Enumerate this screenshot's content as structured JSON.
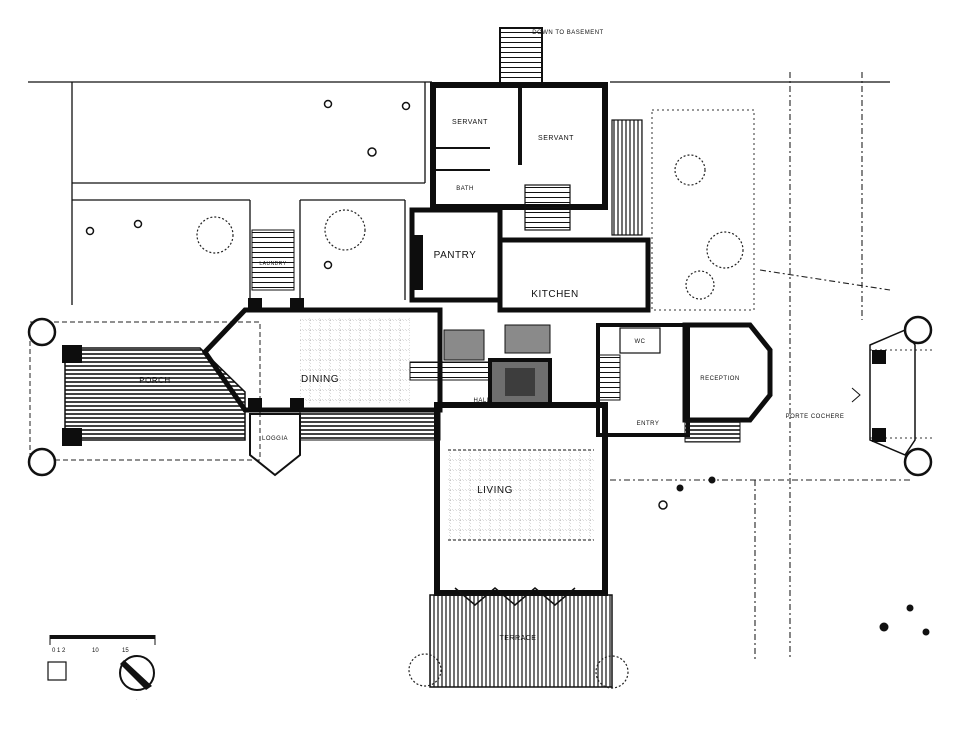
{
  "rooms": {
    "down_to_basement": "DOWN TO BASEMENT",
    "servant_1": "SERVANT",
    "servant_2": "SERVANT",
    "bath": "BATH",
    "pantry": "PANTRY",
    "kitchen": "KITCHEN",
    "dining": "DINING",
    "porch": "PORCH",
    "loggia": "LOGGIA",
    "living": "LIVING",
    "terrace": "TERRACE",
    "reception": "RECEPTION",
    "entry": "ENTRY",
    "wc": "WC",
    "porte_cochere": "PORTE COCHERE",
    "hall": "HALL",
    "garden_stair": "LAUNDRY"
  },
  "scale": {
    "ticks": [
      "0  1  2",
      "10",
      "15"
    ]
  },
  "north_label": "N"
}
